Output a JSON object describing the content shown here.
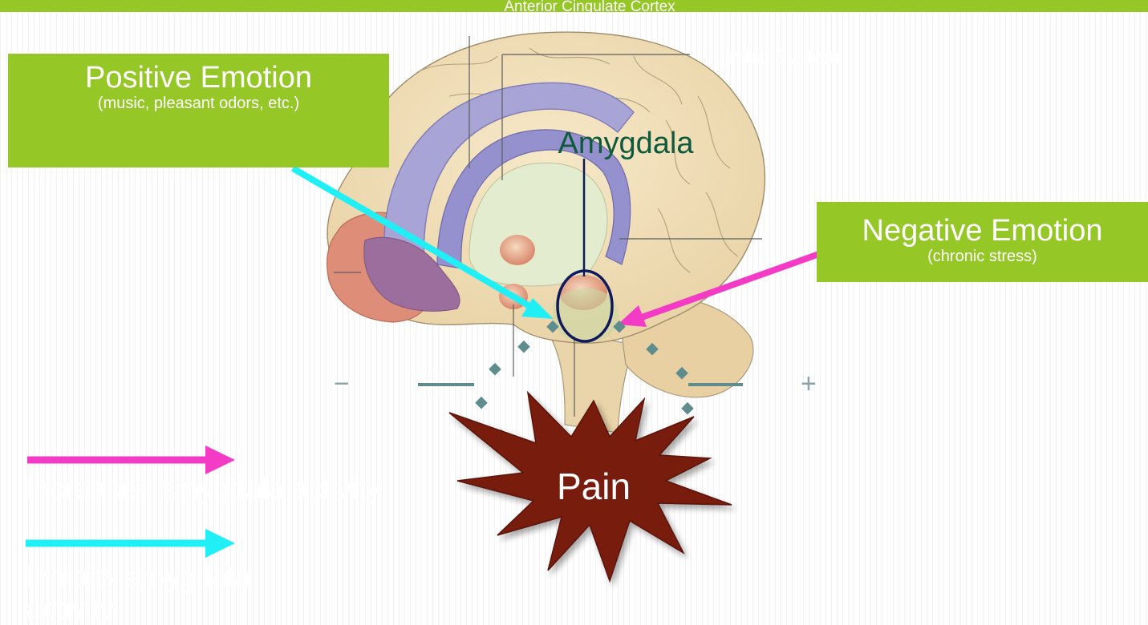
{
  "header": {
    "top_label": "Anterior Cingulate Cortex",
    "limbic_label": "Limbic System"
  },
  "positive_box": {
    "title": "Positive Emotion",
    "subtitle": "(music, pleasant odors, etc.)"
  },
  "negative_box": {
    "title": "Negative Emotion",
    "subtitle": "(chronic stress)"
  },
  "amygdala_label": "Amygdala",
  "pain_label": "Pain",
  "minus_symbol": "−",
  "plus_symbol": "+",
  "legend": {
    "increase_label": "Increases amygdala activity",
    "inhibit_label": "Inhibits amygdala activity"
  },
  "colors": {
    "green": "#95c727",
    "magenta": "#f43bc6",
    "cyan": "#20f0f6",
    "navy": "#0f1a5c",
    "burst": "#781c0e",
    "dots": "#5f8d8d"
  }
}
